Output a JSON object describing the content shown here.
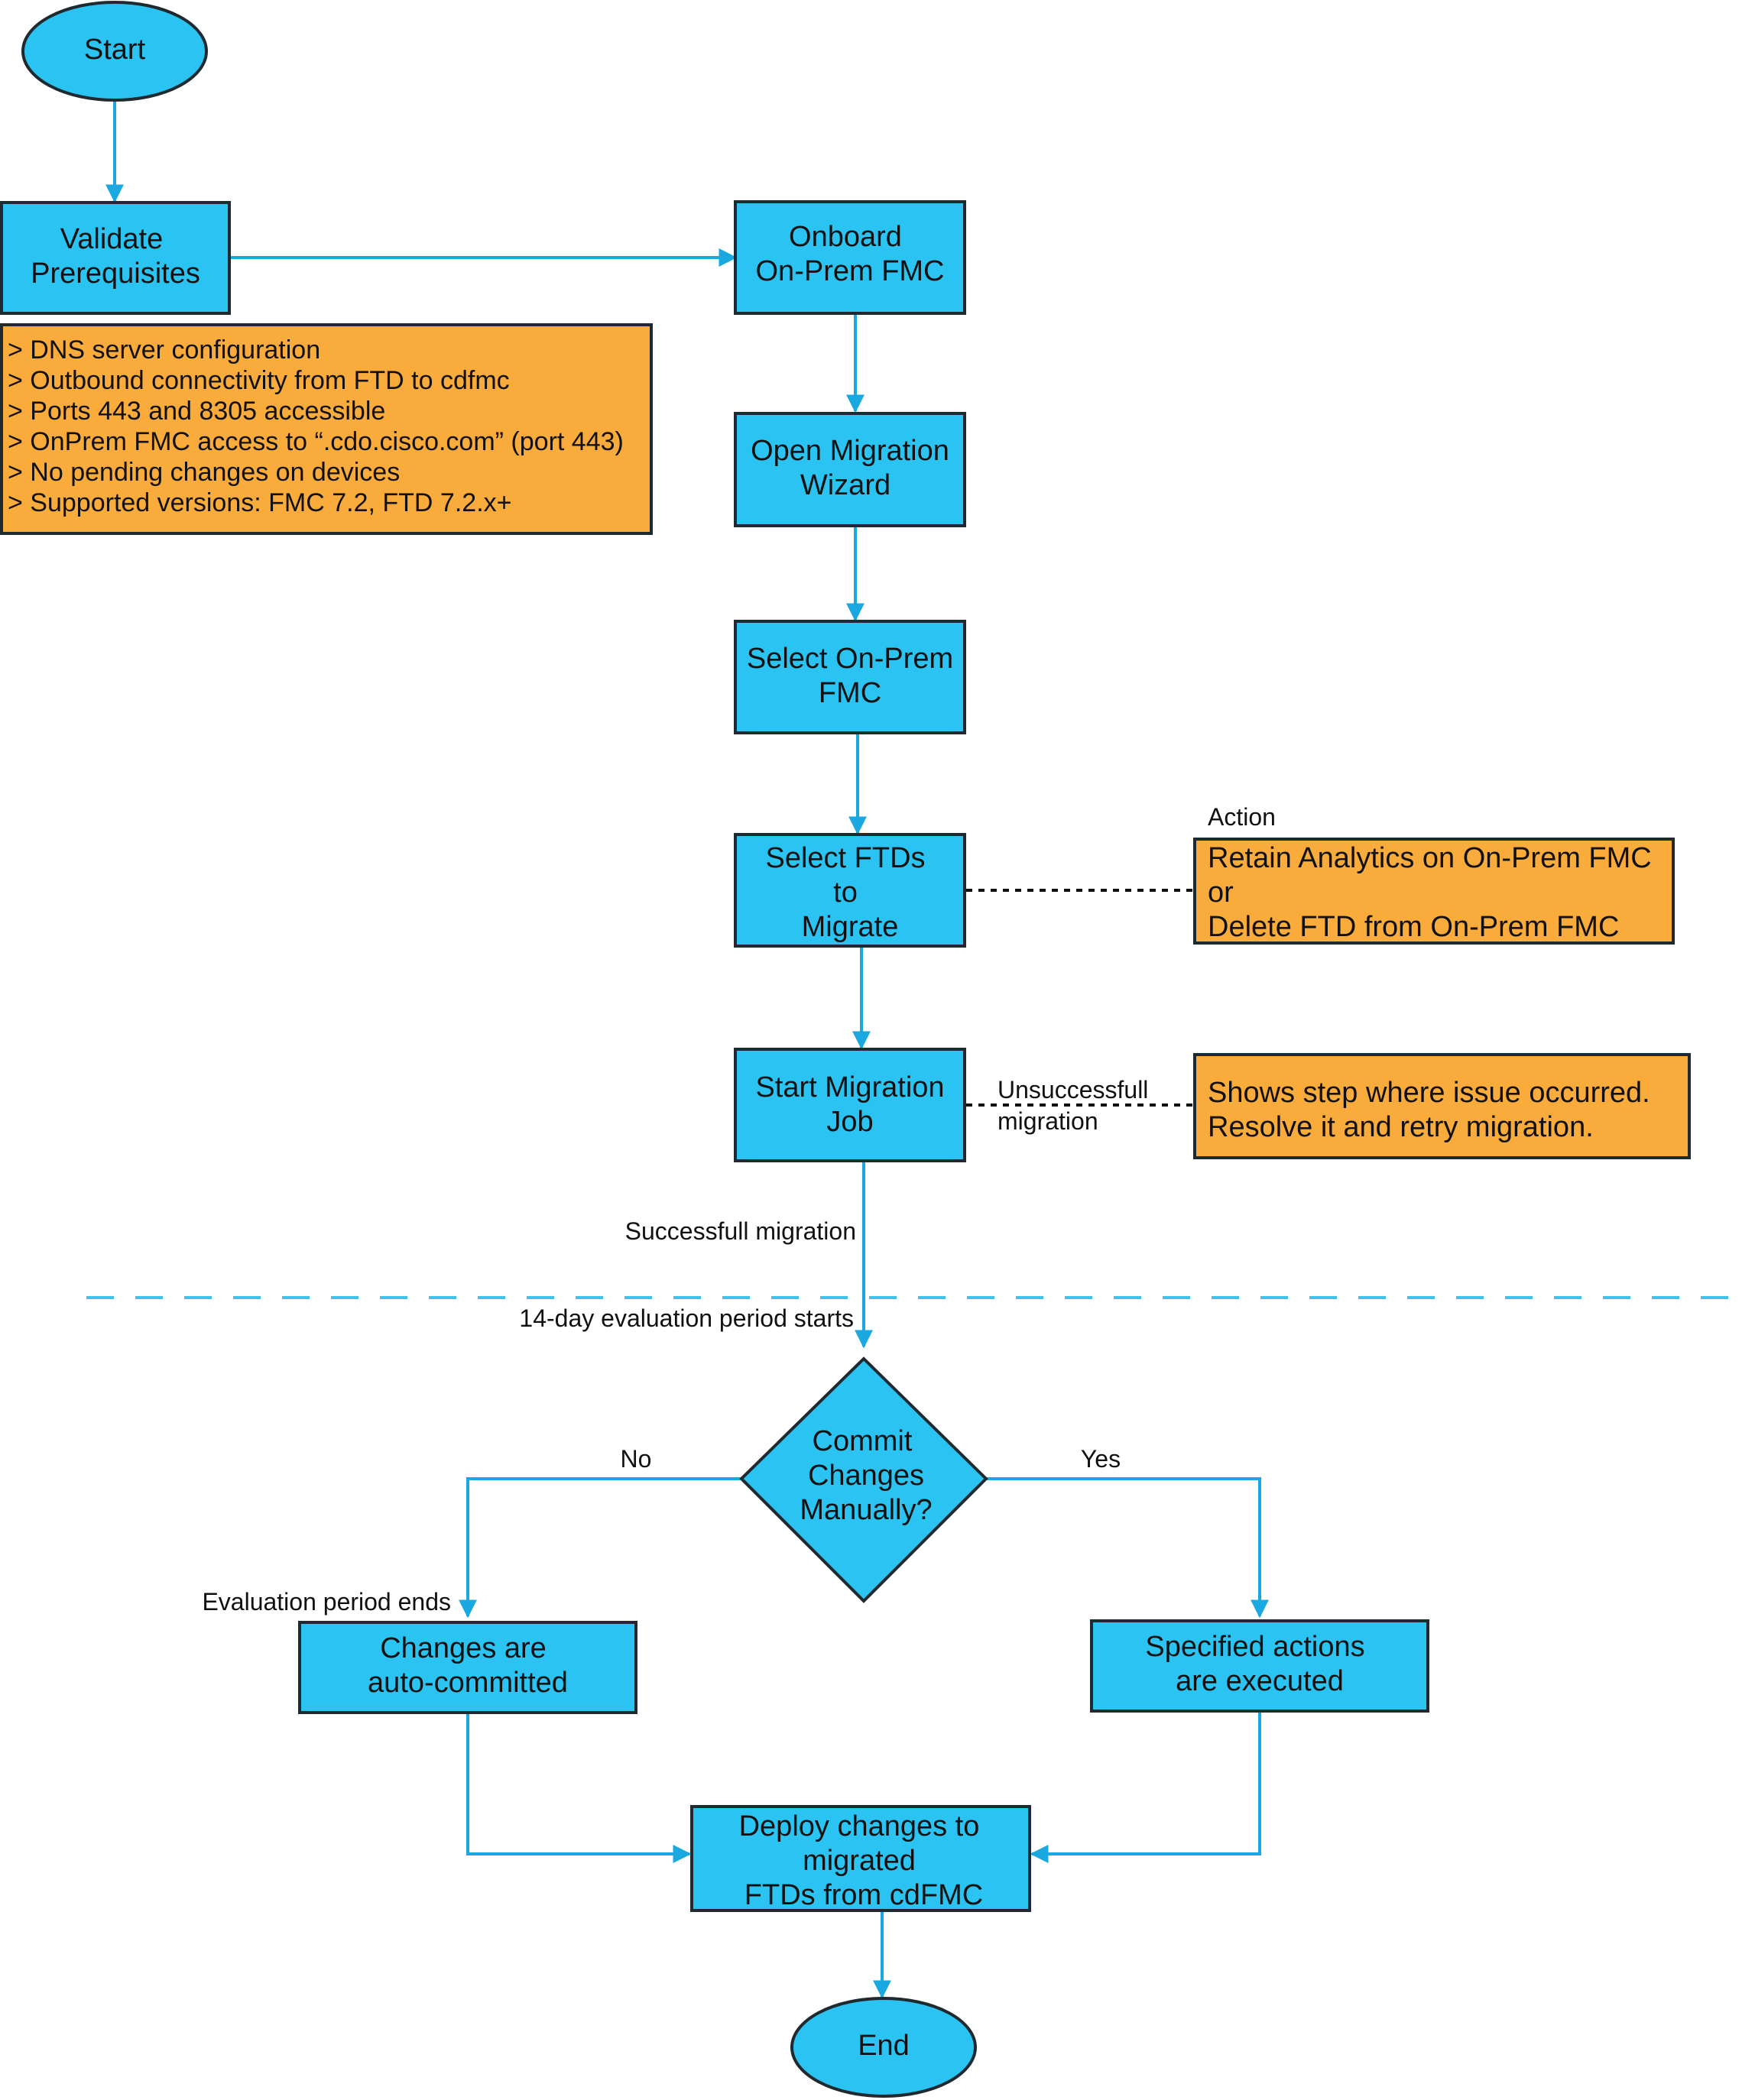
{
  "flowchart": {
    "start": "Start",
    "end": "End",
    "validate": [
      "Validate",
      "Prerequisites"
    ],
    "onboard": [
      "Onboard",
      "On-Prem FMC"
    ],
    "open_wizard": [
      "Open Migration",
      "Wizard"
    ],
    "select_fmc": [
      "Select On-Prem",
      "FMC"
    ],
    "select_ftds": [
      "Select FTDs",
      "to",
      "Migrate"
    ],
    "start_job": [
      "Start Migration",
      "Job"
    ],
    "decision": [
      "Commit",
      "Changes",
      "Manually?"
    ],
    "auto_committed": [
      "Changes are",
      "auto-committed"
    ],
    "executed": [
      "Specified actions",
      "are executed"
    ],
    "deploy": [
      "Deploy changes to",
      "migrated",
      "FTDs from cdFMC"
    ]
  },
  "prerequisites_note": [
    "> DNS server configuration",
    "> Outbound connectivity from FTD to cdfmc",
    "> Ports 443 and 8305 accessible",
    "> OnPrem FMC access to “.cdo.cisco.com” (port 443)",
    "> No pending changes on devices",
    "> Supported versions: FMC 7.2, FTD 7.2.x+"
  ],
  "action_note": {
    "heading": "Action",
    "lines": [
      "Retain Analytics on On-Prem FMC",
      "or",
      "Delete FTD from On-Prem FMC"
    ]
  },
  "failure_note": {
    "label": [
      "Unsuccessfull",
      "migration"
    ],
    "lines": [
      "Shows step where issue occurred.",
      "Resolve it and retry migration."
    ]
  },
  "edge_labels": {
    "success": "Successfull migration",
    "evaluation_starts": "14-day evaluation period starts",
    "no": "No",
    "yes": "Yes",
    "evaluation_ends": "Evaluation period ends"
  },
  "colors": {
    "process_fill": "#2bc4f2",
    "note_fill": "#f9ab3c",
    "connector": "#1aa8e0",
    "outline": "#1f2a30"
  }
}
